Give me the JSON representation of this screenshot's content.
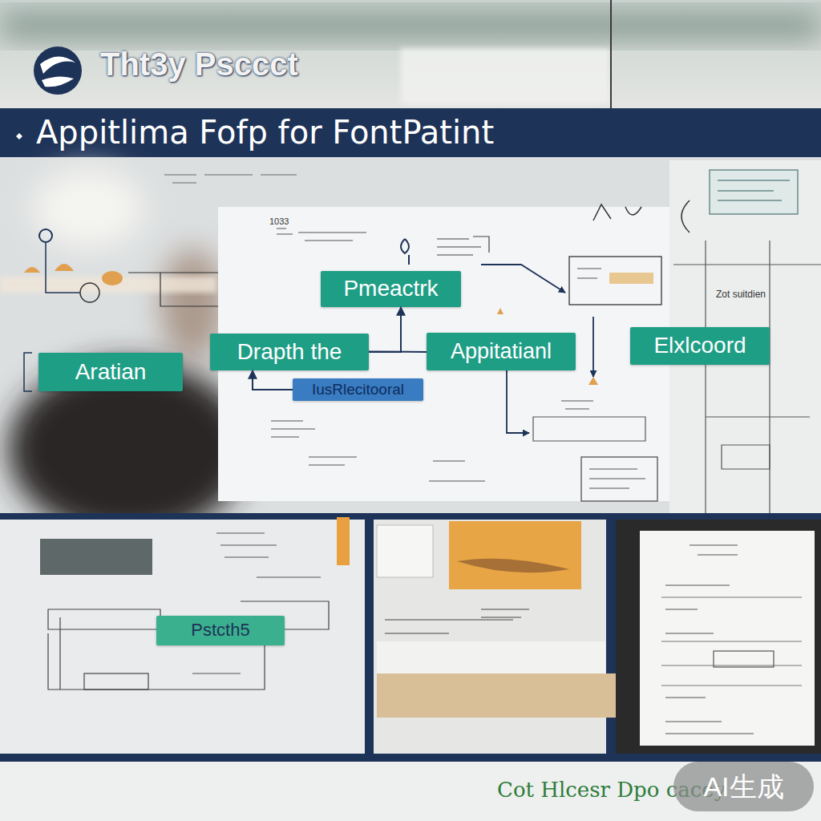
{
  "diagram": {
    "title": "Appitlima Fofp for FontPatint",
    "caption": "Cot Hlcesr Dpo cacey",
    "nodes": [
      {
        "text": [
          "Pmeactrk"
        ]
      },
      {
        "text": [
          "Elxlcoord"
        ]
      },
      {
        "text": [
          "Drapth the"
        ]
      },
      {
        "text": [
          "Appitatianl"
        ]
      },
      {
        "text": [
          "Aratian"
        ]
      },
      {
        "text": [
          "IusRlecitooral"
        ]
      },
      {
        "text": [
          "Pstcth5"
        ]
      }
    ],
    "edges": [
      {
        "from": 2,
        "to": 0,
        "arrow": "to"
      },
      {
        "from": 2,
        "to": 3,
        "arrow": "none"
      },
      {
        "from": 5,
        "to": 2,
        "arrow": "to"
      }
    ],
    "labels": [
      "Tht3y Psccct",
      "1033",
      "Zot suitdien",
      "AI生成"
    ]
  }
}
